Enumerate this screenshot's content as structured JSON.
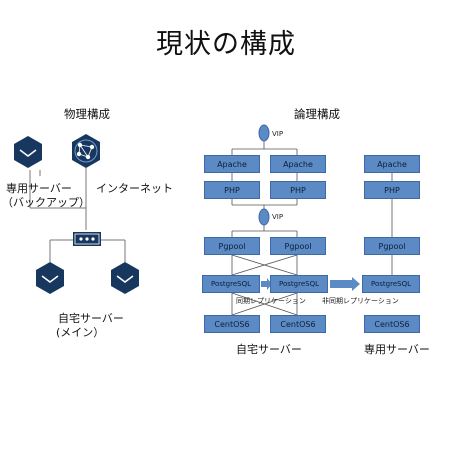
{
  "title": "現状の構成",
  "physical": {
    "heading": "物理構成",
    "dedicated_server_label": "専用サーバー",
    "dedicated_server_sub": "（バックアップ）",
    "internet_label": "インターネット",
    "own_server_label": "自宅サーバー",
    "own_server_sub": "(メイン）"
  },
  "logical": {
    "heading": "論理構成",
    "vip_top": "VIP",
    "vip_mid": "VIP",
    "apache": "Apache",
    "php": "PHP",
    "pgpool": "Pgpool",
    "postgresql": "PostgreSQL",
    "centos": "CentOS6",
    "sync_replication": "同期レプリケーション",
    "async_replication": "非同期レプリケーション",
    "home_server_footer": "自宅サーバー",
    "dedicated_server_footer": "専用サーバー"
  },
  "colors": {
    "box_fill": "#5b8ac4",
    "box_border": "#3d6aa6",
    "icon_navy": "#17375e"
  }
}
